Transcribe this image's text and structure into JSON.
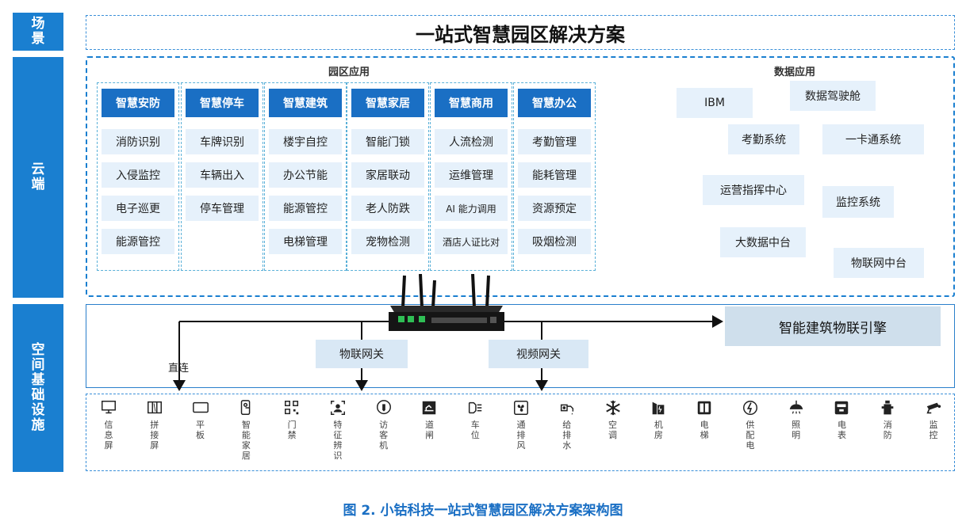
{
  "side_labels": {
    "scene": "场景",
    "cloud": "云端",
    "infra": "空间基础设施"
  },
  "title": "一站式智慧园区解决方案",
  "park_apps": {
    "label": "园区应用",
    "columns": [
      {
        "head": "智慧安防",
        "items": [
          "消防识别",
          "入侵监控",
          "电子巡更",
          "能源管控"
        ]
      },
      {
        "head": "智慧停车",
        "items": [
          "车牌识别",
          "车辆出入",
          "停车管理"
        ]
      },
      {
        "head": "智慧建筑",
        "items": [
          "楼宇自控",
          "办公节能",
          "能源管控",
          "电梯管理"
        ]
      },
      {
        "head": "智慧家居",
        "items": [
          "智能门锁",
          "家居联动",
          "老人防跌",
          "宠物检测"
        ]
      },
      {
        "head": "智慧商用",
        "items": [
          "人流检测",
          "运维管理",
          "AI 能力调用",
          "酒店人证比对"
        ]
      },
      {
        "head": "智慧办公",
        "items": [
          "考勤管理",
          "能耗管理",
          "资源预定",
          "吸烟检测"
        ]
      }
    ]
  },
  "data_apps": {
    "label": "数据应用",
    "items": [
      "IBM",
      "数据驾驶舱",
      "考勤系统",
      "一卡通系统",
      "运营指挥中心",
      "监控系统",
      "大数据中台",
      "物联网中台"
    ]
  },
  "infra": {
    "engine": "智能建筑物联引擎",
    "iot_gateway": "物联网关",
    "video_gateway": "视频网关",
    "direct": "直连"
  },
  "devices": [
    {
      "name": "信息屏",
      "icon": "monitor-icon"
    },
    {
      "name": "拼接屏",
      "icon": "video-wall-icon"
    },
    {
      "name": "平板",
      "icon": "tablet-icon"
    },
    {
      "name": "智能家居",
      "icon": "smart-lock-icon"
    },
    {
      "name": "门禁",
      "icon": "qr-code-icon"
    },
    {
      "name": "特征辨识",
      "icon": "face-recognition-icon"
    },
    {
      "name": "访客机",
      "icon": "visitor-terminal-icon"
    },
    {
      "name": "道闸",
      "icon": "barrier-gate-icon"
    },
    {
      "name": "车位",
      "icon": "parking-space-icon"
    },
    {
      "name": "通排风",
      "icon": "fan-icon"
    },
    {
      "name": "给排水",
      "icon": "water-pipe-icon"
    },
    {
      "name": "空调",
      "icon": "snowflake-icon"
    },
    {
      "name": "机房",
      "icon": "server-room-icon"
    },
    {
      "name": "电梯",
      "icon": "elevator-icon"
    },
    {
      "name": "供配电",
      "icon": "power-supply-icon"
    },
    {
      "name": "照明",
      "icon": "lamp-icon"
    },
    {
      "name": "电表",
      "icon": "meter-icon"
    },
    {
      "name": "消防",
      "icon": "fire-hydrant-icon"
    },
    {
      "name": "监控",
      "icon": "cctv-camera-icon"
    }
  ],
  "caption": "图 2. 小钴科技一站式智慧园区解决方案架构图",
  "colors": {
    "accent": "#1a7fd0",
    "header": "#1a6fc4",
    "cell_bg": "#e6f1fb",
    "engine_bg": "#cfdfec"
  }
}
